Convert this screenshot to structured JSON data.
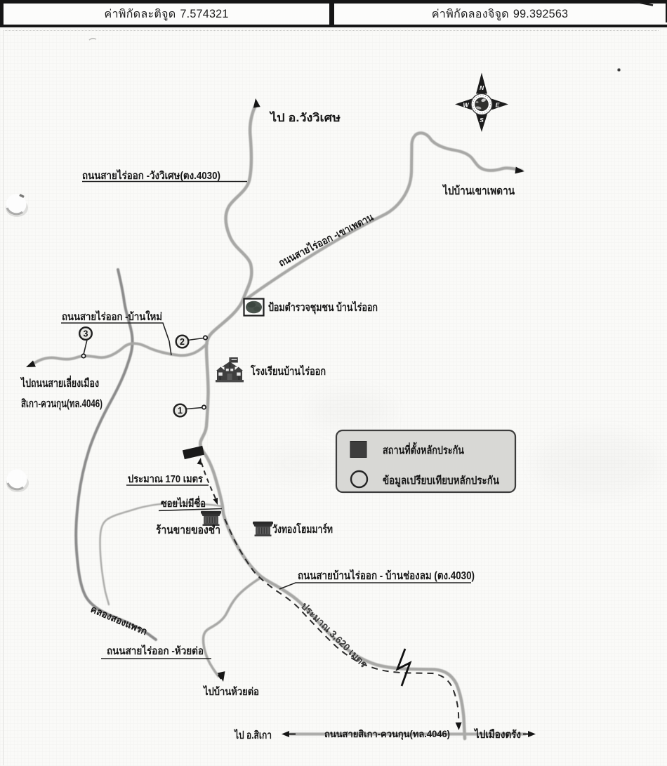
{
  "header": {
    "latitude_label": "ค่าพิกัดละติจูด",
    "latitude_value": "7.574321",
    "longitude_label": "ค่าพิกัดลองจิจูด",
    "longitude_value": "99.392563"
  },
  "compass": {
    "n": "N",
    "w": "W",
    "e": "E",
    "s": "S"
  },
  "destinations": {
    "wangwiset": "ไป อ.วังวิเศษ",
    "khaophadan": "ไปบ้านเขาเพดาน",
    "bypass_line1": "ไปถนนสายเลี่ยงเมือง",
    "bypass_line2": "สิเกา-ควนกุน(ทล.4046)",
    "huaito": "ไปบ้านห้วยต่อ",
    "sikao": "ไป อ.สิเกา",
    "trang": "ไปเมืองตรัง"
  },
  "roads": {
    "raiok_wangwiset": "ถนนสายไร่ออก -วังวิเศษ(ตง.4030)",
    "raiok_khaophadan": "ถนนสายไร่ออก -เขาเพดาน",
    "raiok_banmai": "ถนนสายไร่ออก -บ้านใหม่",
    "banraiok_banchonglom": "ถนนสายบ้านไร่ออก - บ้านช่องลม (ตง.4030)",
    "raiok_huaito": "ถนนสายไร่ออก -ห้วยต่อ",
    "sikao_khuankun": "ถนนสายสิเกา-ควนกุน(ทล.4046)",
    "soi_no_name": "ซอยไม่มีชื่อ",
    "canal": "คลองสองแพรก"
  },
  "places": {
    "police_box": "ป้อมตำรวจชุมชน บ้านไร่ออก",
    "school": "โรงเรียนบ้านไร่ออก",
    "grocery": "ร้านขายของชำ",
    "wangthong": "วังทองโฮมมาร์ท"
  },
  "legend": {
    "collateral_location": "สถานที่ตั้งหลักประกัน",
    "comparison_data": "ข้อมูลเปรียบเทียบหลักประกัน"
  },
  "distances": {
    "d170": "ประมาณ 170 เมตร",
    "d3620": "ประมาณ 3,620 เมตร"
  },
  "markers": {
    "m1": "1",
    "m2": "2",
    "m3": "3"
  }
}
